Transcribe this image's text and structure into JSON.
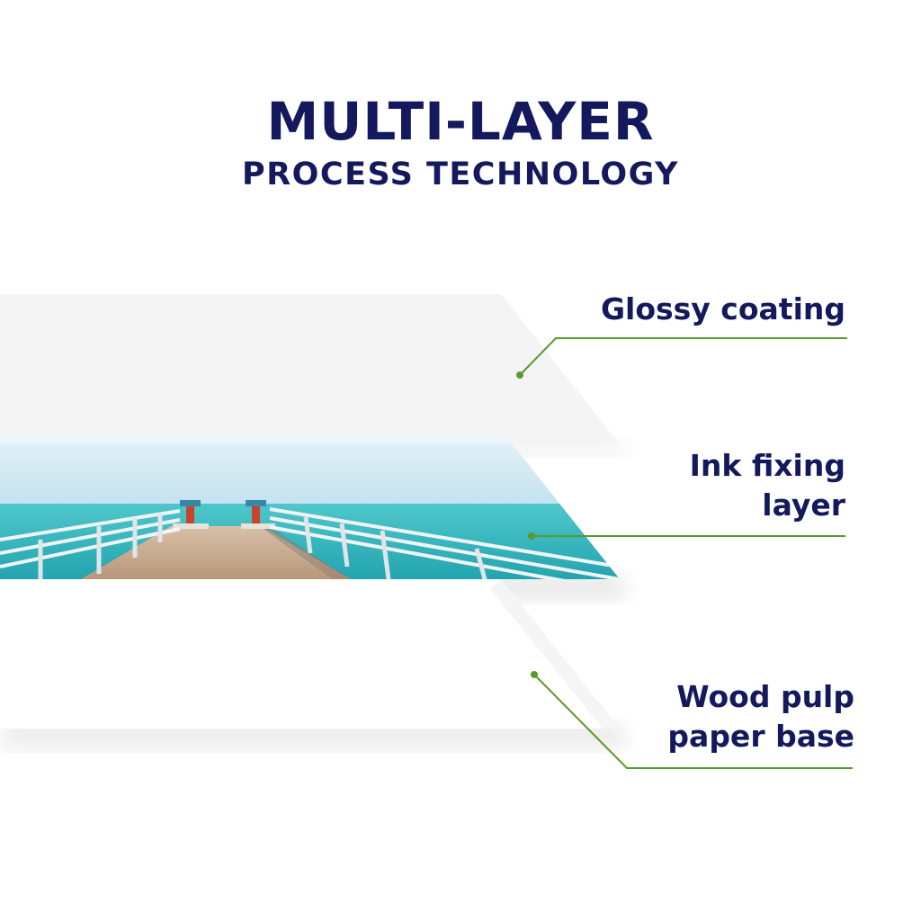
{
  "heading": {
    "line1": "MULTI-LAYER",
    "line2": "PROCESS TECHNOLOGY"
  },
  "layers": [
    {
      "id": "glossy",
      "label_lines": [
        "Glossy coating"
      ]
    },
    {
      "id": "ink",
      "label_lines": [
        "Ink fixing",
        "layer"
      ]
    },
    {
      "id": "base",
      "label_lines": [
        "Wood pulp",
        "paper base"
      ]
    }
  ],
  "colors": {
    "heading": "#14195e",
    "leader": "#5a9a2c",
    "sea": "#2bb3b8",
    "sky": "#a9d4e6",
    "deck": "#c8a98e",
    "post": "#c7432c"
  }
}
